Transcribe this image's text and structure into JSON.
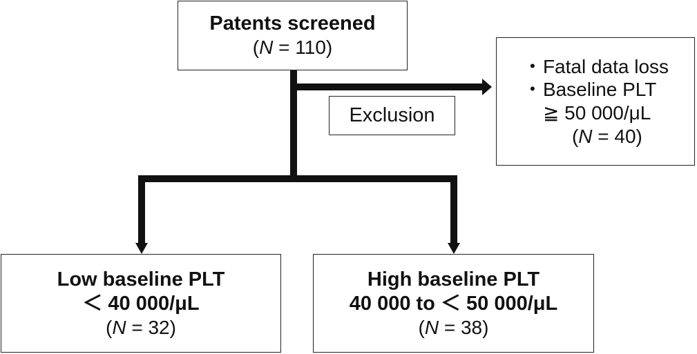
{
  "screened": {
    "title": "Patents screened",
    "n_prefix": "(",
    "n_var": "N",
    "n_rest": " = 110)"
  },
  "exclusion_label": "Exclusion",
  "exclusion": {
    "bullet": "・",
    "item1": "Fatal data loss",
    "item2_line1": "Baseline PLT",
    "item2_line2": "≧ 50 000/μL",
    "n_prefix": "(",
    "n_var": "N",
    "n_rest": " = 40)"
  },
  "low": {
    "title": "Low baseline PLT",
    "range": "＜ 40 000/μL",
    "n_prefix": "(",
    "n_var": "N",
    "n_rest": " = 32)"
  },
  "high": {
    "title": "High baseline PLT",
    "range": "40 000 to ＜ 50 000/μL",
    "n_prefix": "(",
    "n_var": "N",
    "n_rest": " = 38)"
  }
}
